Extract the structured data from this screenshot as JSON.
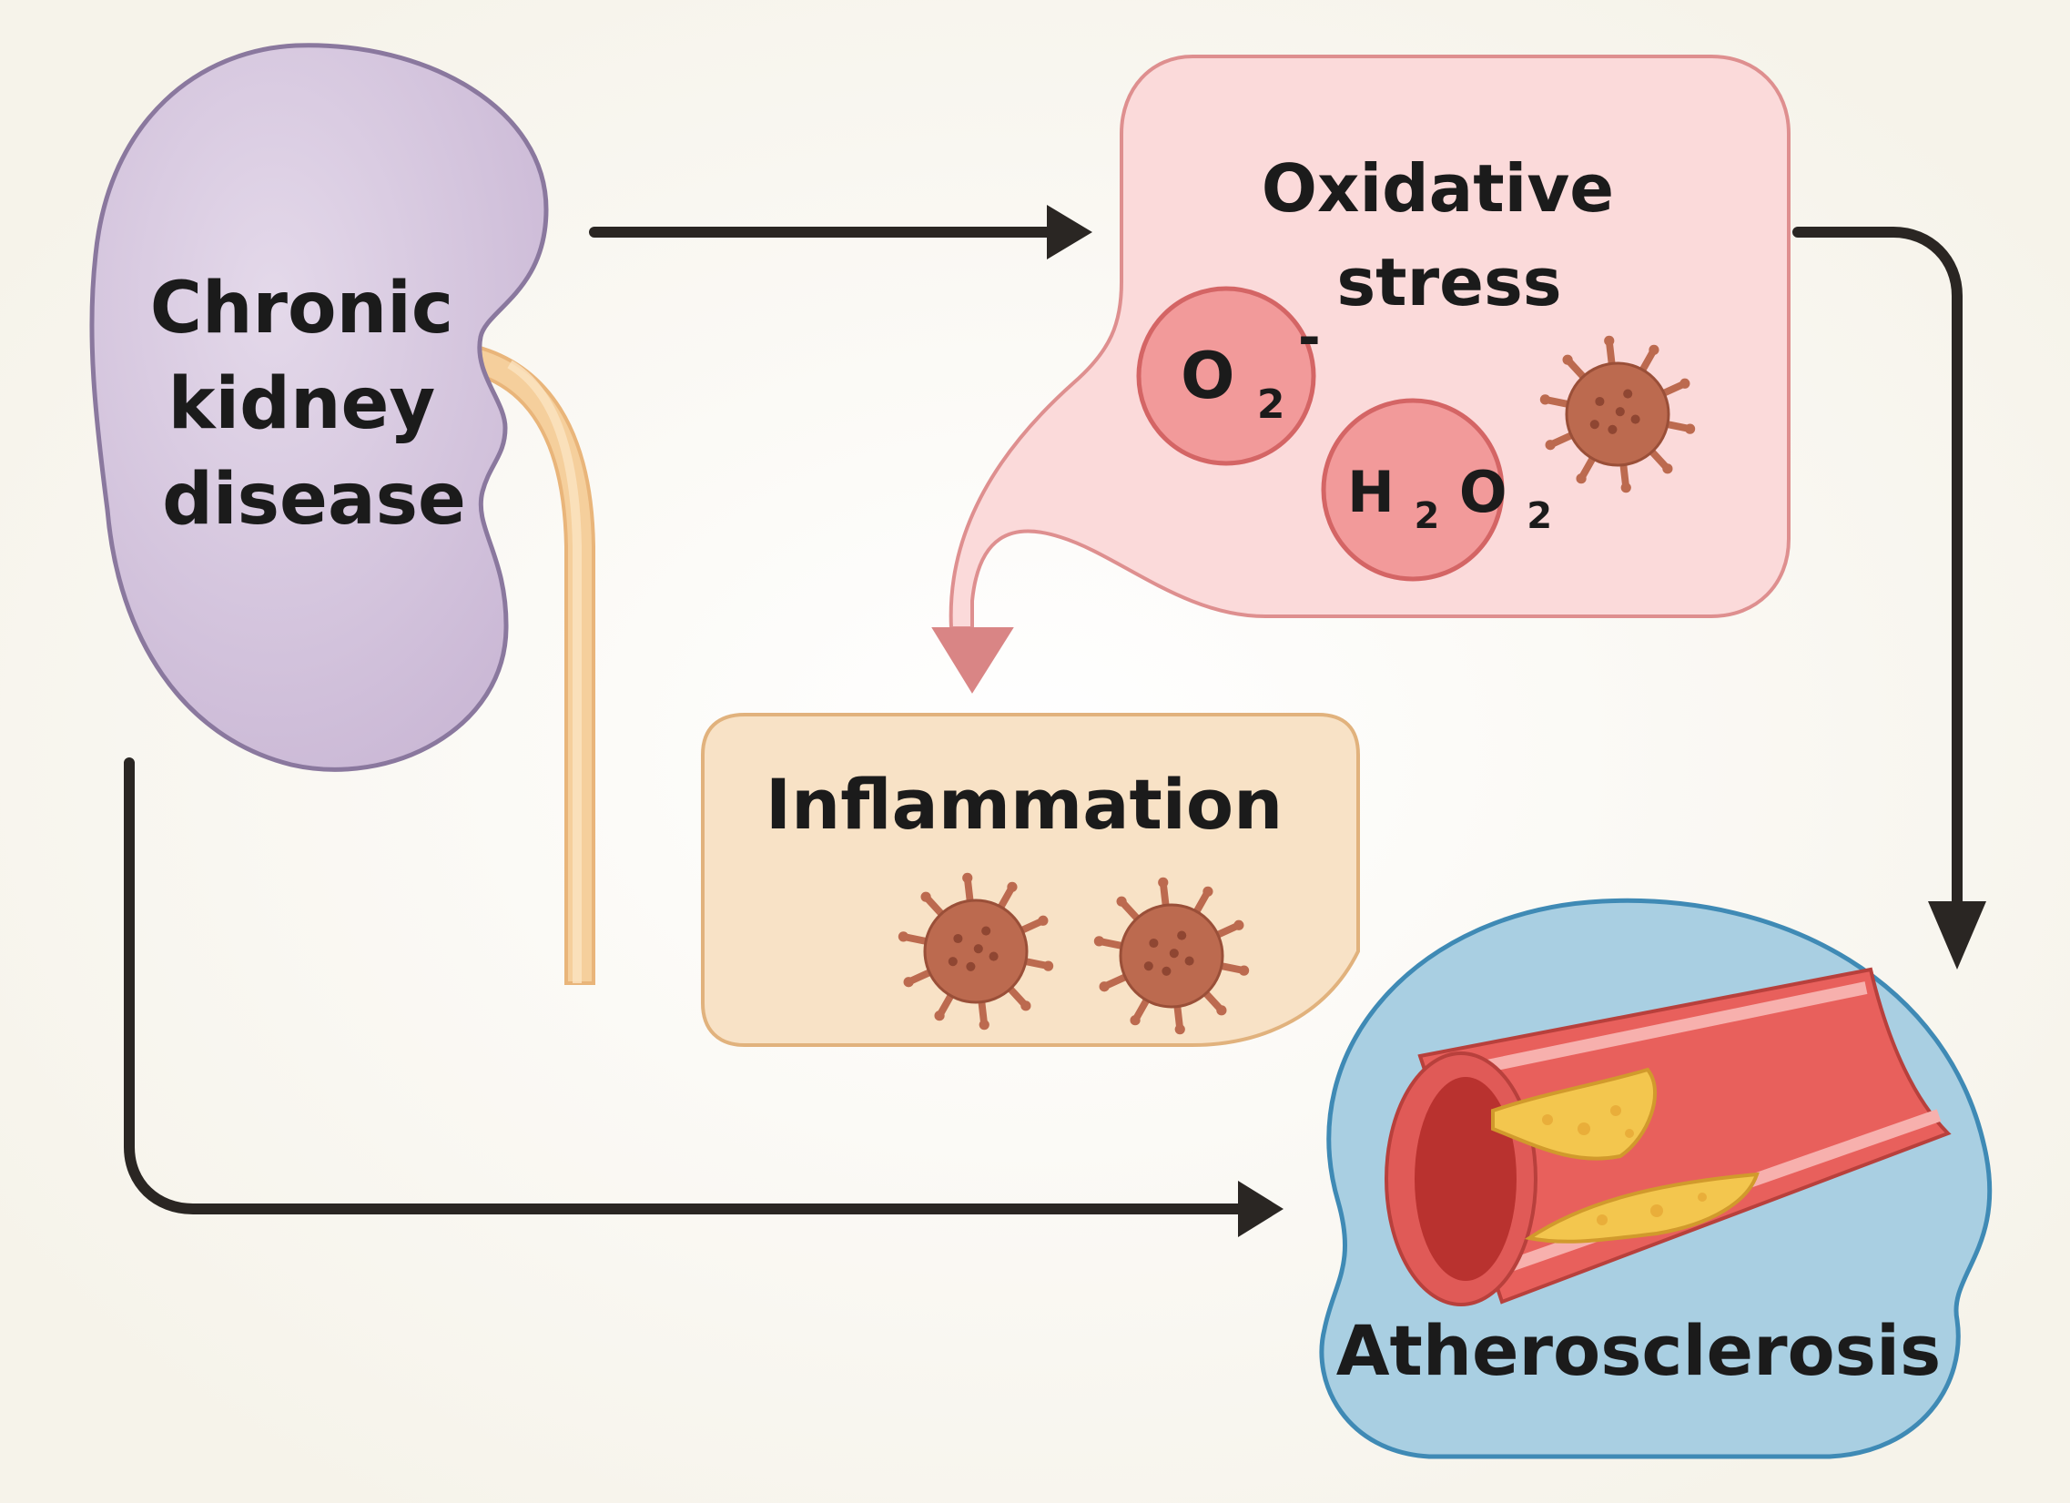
{
  "nodes": {
    "ckd": {
      "lines": [
        "Chronic",
        "kidney",
        "disease"
      ]
    },
    "oxidative": {
      "lines": [
        "Oxidative",
        "stress"
      ],
      "molecules": {
        "superoxide": {
          "base": "O",
          "sub": "2",
          "sup": "-"
        },
        "peroxide": {
          "h": "H",
          "h_sub": "2",
          "o": "O",
          "o_sub": "2"
        }
      }
    },
    "inflammation": {
      "label": "Inflammation"
    },
    "atherosclerosis": {
      "label": "Atherosclerosis"
    }
  },
  "edges": [
    {
      "from": "ckd",
      "to": "oxidative"
    },
    {
      "from": "oxidative",
      "to": "inflammation"
    },
    {
      "from": "oxidative",
      "to": "atherosclerosis"
    },
    {
      "from": "ckd",
      "to": "atherosclerosis"
    }
  ],
  "icons": [
    "kidney-icon",
    "ureter-icon",
    "immune-cell-icon",
    "artery-plaque-icon"
  ],
  "colors": {
    "background": "#fbfaf6",
    "kidney_fill": "#d8cade",
    "kidney_stroke": "#8a789e",
    "ureter": "#f5cf9c",
    "oxidative_fill": "#fbdada",
    "oxidative_stroke": "#de8f8f",
    "molecule_fill": "#f29a9a",
    "molecule_stroke": "#d46565",
    "inflammation_fill": "#f8e2c6",
    "inflammation_stroke": "#e1b27d",
    "cell_fill": "#bc6a4f",
    "athero_fill": "#a9cfe2",
    "athero_stroke": "#3f8ab5",
    "artery": "#e8605c",
    "plaque": "#f3c64e",
    "arrow": "#2a2623"
  }
}
